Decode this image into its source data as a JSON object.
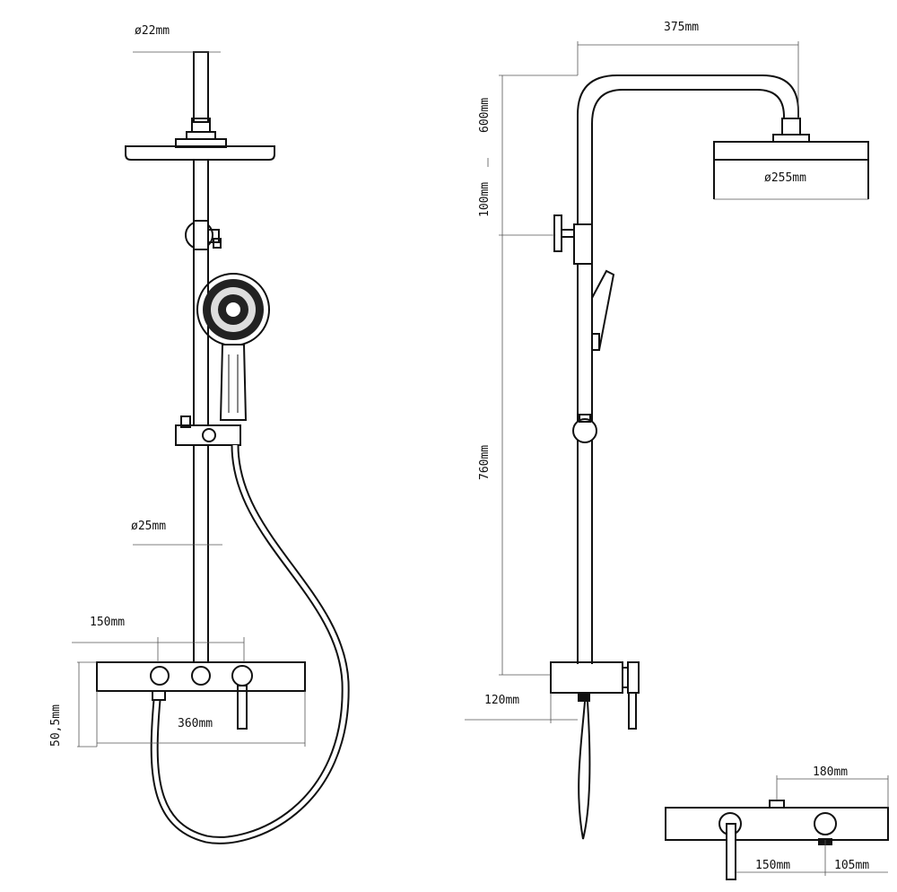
{
  "dimensions": {
    "pipe_diameter_top": "ø22mm",
    "pipe_diameter_bar": "ø25mm",
    "outlet_spacing": "150mm",
    "mixer_height": "50,5mm",
    "mixer_width": "360mm",
    "arm_reach": "375mm",
    "upper_height_a": "600mm",
    "upper_height_b": "100mm",
    "head_diameter": "ø255mm",
    "riser_height": "760mm",
    "wall_offset": "120mm",
    "top_spacing": "180mm",
    "bottom_spacing": "150mm",
    "edge_offset": "105mm"
  }
}
